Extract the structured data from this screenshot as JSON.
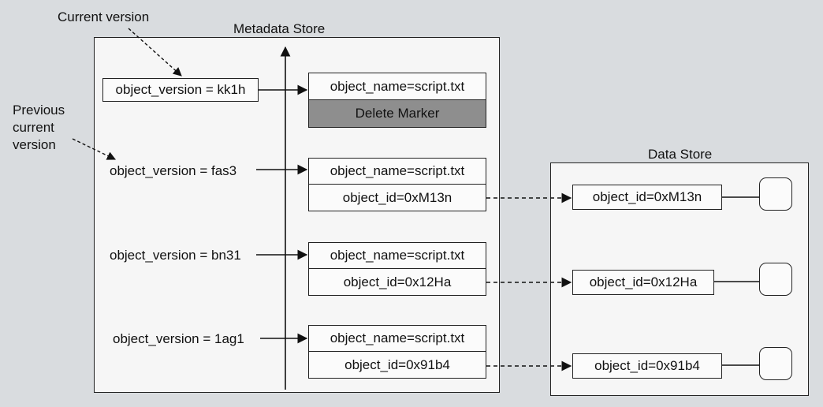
{
  "labels": {
    "current_version": "Current version",
    "previous_current_version": [
      "Previous",
      "current",
      "version"
    ],
    "metadata_store": "Metadata Store",
    "data_store": "Data Store"
  },
  "versions": [
    {
      "label": "object_version = kk1h",
      "name": "object_name=script.txt",
      "second": "Delete Marker",
      "is_marker": true
    },
    {
      "label": "object_version = fas3",
      "name": "object_name=script.txt",
      "second": "object_id=0xM13n",
      "is_marker": false
    },
    {
      "label": "object_version = bn31",
      "name": "object_name=script.txt",
      "second": "object_id=0x12Ha",
      "is_marker": false
    },
    {
      "label": "object_version = 1ag1",
      "name": "object_name=script.txt",
      "second": "object_id=0x91b4",
      "is_marker": false
    }
  ],
  "data_objects": [
    {
      "id": "object_id=0xM13n"
    },
    {
      "id": "object_id=0x12Ha"
    },
    {
      "id": "object_id=0x91b4"
    }
  ]
}
